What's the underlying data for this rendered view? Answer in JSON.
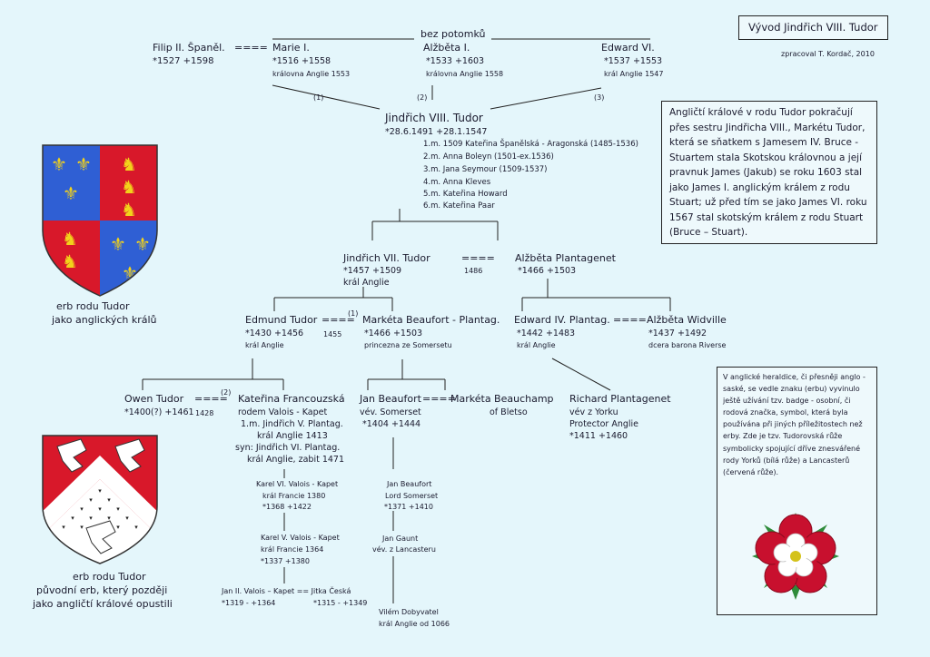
{
  "title": "Vývod Jindřich VIII. Tudor",
  "author": "zpracoval T. Kordač, 2010",
  "no_issue_label": "bez potomků",
  "top_row": {
    "filip": {
      "name": "Filip II. Španěl.",
      "dates": "*1527 +1598"
    },
    "marriage_sign": "====",
    "marie": {
      "name": "Marie I.",
      "dates": "*1516 +1558",
      "title": "královna Anglie 1553",
      "num": "(1)"
    },
    "alzbeta": {
      "name": "Alžběta I.",
      "dates": "*1533 +1603",
      "title": "královna Anglie 1558",
      "num": "(2)"
    },
    "edward": {
      "name": "Edward VI.",
      "dates": "*1537 +1553",
      "title": "král Anglie 1547",
      "num": "(3)"
    }
  },
  "henry": {
    "name": "Jindřich VIII. Tudor",
    "dates": "*28.6.1491 +28.1.1547",
    "wives": [
      "1.m. 1509  Kateřina Španělská - Aragonská (1485-1536)",
      "2.m. Anna Boleyn (1501-ex.1536)",
      "3.m. Jana Seymour (1509-1537)",
      "4.m. Anna Kleves",
      "5.m. Kateřina Howard",
      "6.m. Kateřina Paar"
    ]
  },
  "info_box": "Angličtí králové v rodu Tudor pokračují přes sestru Jindřicha VIII., Markétu Tudor, která se sňatkem s Jamesem IV. Bruce - Stuartem stala Skotskou královnou a její pravnuk James (Jakub) se roku 1603  stal jako James I. anglickým králem z rodu Stuart; už před tím se jako James VI. roku 1567 stal skotským králem z rodu Stuart (Bruce – Stuart).",
  "arms1_caption": [
    "erb rodu Tudor",
    "jako anglických králů"
  ],
  "arms2_caption": [
    "erb rodu Tudor",
    "původní erb, který později",
    "jako angličtí králové opustili"
  ],
  "henry7": {
    "name": "Jindřich VII. Tudor",
    "dates": "*1457 +1509",
    "title": "král Anglie",
    "marriage": "====",
    "year": "1486"
  },
  "elizabeth_york": {
    "name": "Alžběta Plantagenet",
    "dates": "*1466 +1503"
  },
  "edmund": {
    "name": "Edmund Tudor",
    "dates": "*1430 +1456",
    "title": "král Anglie",
    "marriage": "====",
    "num": "(1)",
    "year": "1455"
  },
  "margaret_beaufort": {
    "name": "Markéta Beaufort - Plantag.",
    "dates": "*1466 +1503",
    "title": "princezna ze Somersetu"
  },
  "edward4": {
    "name": "Edward IV. Plantag.",
    "dates": "*1442 +1483",
    "title": "král Anglie",
    "marriage": "===="
  },
  "woodville": {
    "name": "Alžběta Widville",
    "dates": "*1437 +1492",
    "title": "dcera barona Riverse"
  },
  "owen": {
    "name": "Owen Tudor",
    "dates": "*1400(?) +1461",
    "marriage": "====",
    "num": "(2)",
    "year": "1428"
  },
  "katherine_valois": {
    "name": "Kateřina Francouzská",
    "lines": [
      "rodem Valois - Kapet",
      "1.m. Jindřich V. Plantag.",
      "král Anglie 1413",
      "syn: Jindřich VI. Plantag.",
      "král Anglie, zabit 1471"
    ]
  },
  "john_beaufort": {
    "name": "Jan Beaufort",
    "title": "vév. Somerset",
    "dates": "*1404 +1444",
    "marriage": "===="
  },
  "margaret_beauchamp": {
    "name": "Markéta Beauchamp",
    "title": "of Bletso"
  },
  "richard": {
    "name": "Richard Plantagenet",
    "lines": [
      "vév z Yorku",
      "Protector Anglie"
    ],
    "dates": "*1411 +1460"
  },
  "charles6": {
    "name": "Karel VI. Valois - Kapet",
    "title": "král Francie 1380",
    "dates": "*1368 +1422"
  },
  "charles5": {
    "name": "Karel V. Valois - Kapet",
    "title": "král Francie 1364",
    "dates": "*1337 +1380"
  },
  "john2": {
    "name": "Jan II. Valois – Kapet == Jitka Česká",
    "dates1": "*1319 - +1364",
    "dates2": "*1315 - +1349"
  },
  "jb_lord": {
    "name": "Jan Beaufort",
    "title": "Lord Somerset",
    "dates": "*1371 +1410"
  },
  "gaunt": {
    "name": "Jan Gaunt",
    "title": "vév. z Lancasteru"
  },
  "william": {
    "name": "Vilém Dobyvatel",
    "title": "král Anglie od 1066"
  },
  "rose_box": "V anglické heraldice, či přesněji anglo - saské, se vedle znaku (erbu) vyvinulo ještě užívání tzv. badge - osobní, či rodová značka, symbol, která byla používána při jiných příležitostech než erby. Zde je tzv. Tudorovská růže symbolicky spojující  dříve znesvářené rody Yorků (bílá růže) a Lancasterů (červená růže).",
  "colors": {
    "blue": "#2f5fd4",
    "red": "#d8182a",
    "gold": "#f2d21b",
    "rose_red": "#c8102e",
    "rose_white": "#ffffff",
    "leaf": "#2e8b3a"
  }
}
